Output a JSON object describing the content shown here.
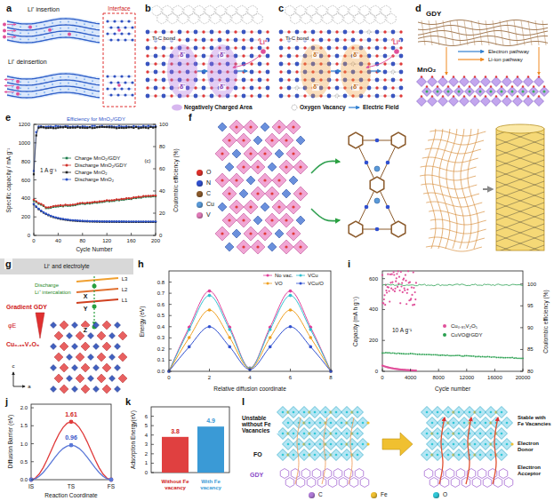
{
  "diagram": {
    "labels": [
      "a",
      "Li⁺ insertion",
      "Li⁺ deinsertion",
      "Interface",
      "b",
      "Ti-C bond",
      "Li⁺",
      "δ⁻",
      "δ⁻",
      "δ⁻",
      "δ⁻",
      "c",
      "Ti-C bond",
      "Li⁺",
      "δ⁻",
      "δ⁻",
      "δ⁻",
      "δ⁻",
      "d",
      "GDY",
      "Electron pathway",
      "Li-ion pathway",
      "MnO₂",
      "e",
      "Efficiency for MnO₂/GDY",
      "1 A g⁻¹",
      "(c)",
      "0",
      "200",
      "400",
      "600",
      "800",
      "1000",
      "1200",
      "0",
      "20",
      "40",
      "60",
      "80",
      "100",
      "0",
      "40",
      "80",
      "120",
      "160",
      "200",
      "Specific capacity / mA g⁻¹",
      "Coulombic efficiency (%)",
      "Cycle Number",
      "f",
      "g",
      "Li⁺ and electrolyte",
      "Discharge",
      "Li⁺ intercalation",
      "Gradient GDY",
      "φE",
      "Cu₀.₉₅V₂O₅",
      "L3",
      "L2",
      "L1",
      "X",
      "Y",
      "Z",
      "c",
      "a",
      "h",
      "0.0",
      "0.1",
      "0.2",
      "0.3",
      "0.4",
      "0.5",
      "0.6",
      "0.7",
      "0.8",
      "0",
      "2",
      "4",
      "6",
      "8",
      "Energy (eV)",
      "Relative diffusion coordinate",
      "i",
      "0",
      "200",
      "400",
      "600",
      "80",
      "85",
      "90",
      "95",
      "100",
      "0",
      "4000",
      "8000",
      "12000",
      "16000",
      "20000",
      "10 A g⁻¹",
      "Capacity (mA h g⁻¹)",
      "Coulombic efficiency (%)",
      "Cycle number",
      "j",
      "0.0",
      "0.5",
      "1.0",
      "1.5",
      "2.0",
      "1.61",
      "0.96",
      "IS",
      "TS",
      "FS",
      "Reaction Coordinate",
      "Diffusion Barrier (eV)",
      "k",
      "0",
      "1",
      "2",
      "3",
      "4",
      "5",
      "6",
      "3.8",
      "4.9",
      "Without Fe vacancy",
      "With Fe vacancy",
      "Adsorption Energy(eV)",
      "l",
      "Unstable without Fe Vacancies",
      "FO",
      "GDY",
      "Stable with Fe Vacancies",
      "Electron Donor",
      "Electtron Acceptor"
    ],
    "legend": [
      {
        "text": "Negatively Charged Area"
      },
      {
        "text": "Oxygen Vacancy"
      },
      {
        "text": "Electric Field"
      },
      {
        "text": "Charge MnO₂/GDY"
      },
      {
        "text": "Discharge MnO₂/GDY"
      },
      {
        "text": "Charge MnO₂"
      },
      {
        "text": "Discharge MnO₂"
      },
      {
        "text": "O",
        "color": "#e0302a"
      },
      {
        "text": "N",
        "color": "#3050d0"
      },
      {
        "text": "C",
        "color": "#8b5a2b"
      },
      {
        "text": "Cu",
        "color": "#5a9ad8"
      },
      {
        "text": "V",
        "color": "#e07ab8"
      },
      {
        "text": "No vac."
      },
      {
        "text": "VCu"
      },
      {
        "text": "VO"
      },
      {
        "text": "VCu/O"
      },
      {
        "text": "Cu₀.₉₅V₂O₅"
      },
      {
        "text": "CuVO@GDY"
      },
      {
        "text": "C",
        "color": "#b07ad8"
      },
      {
        "text": "Fe",
        "color": "#f0c030"
      },
      {
        "text": "O",
        "color": "#30c8d8"
      }
    ]
  }
}
